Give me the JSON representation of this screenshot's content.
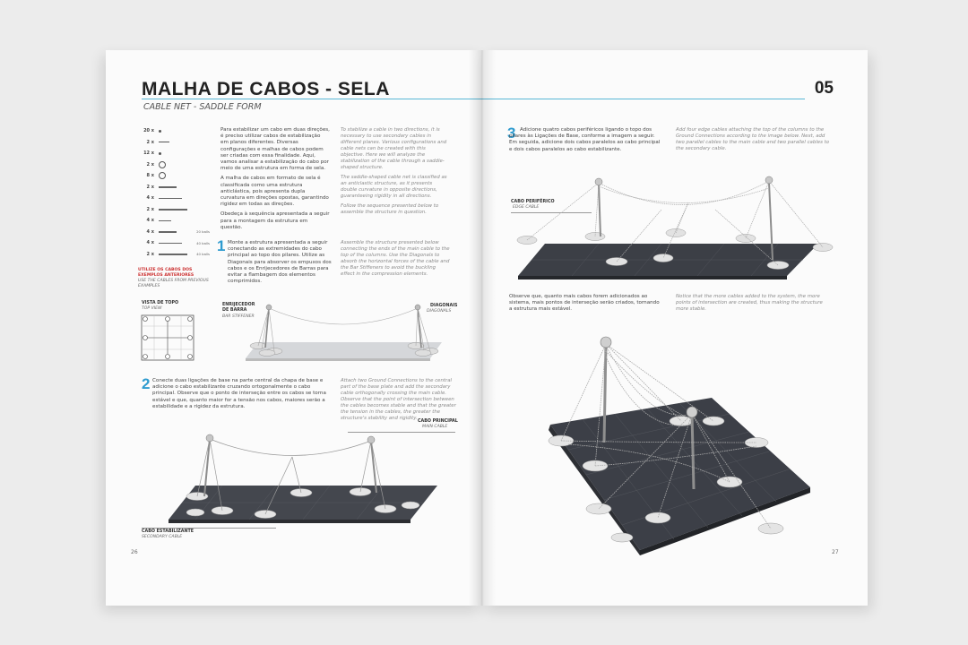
{
  "left_page": {
    "title": "MALHA DE CABOS - SELA",
    "subtitle": "CABLE NET - SADDLE FORM",
    "intro_pt": [
      "Para estabilizar um cabo em duas direções, é preciso utilizar cabos de estabilização em planos diferentes. Diversas configurações e malhas de cabos podem ser criadas com essa finalidade. Aqui, vamos analisar a estabilização do cabo por meio de uma estrutura em forma de sela.",
      "A malha de cabos em formato de sela é classificada como uma estrutura anticlástica, pois apresenta dupla curvatura em direções opostas, garantindo rigidez em todas as direções.",
      "Obedeça à sequência apresentada a seguir para a montagem da estrutura em questão."
    ],
    "intro_en": [
      "To stabilize a cable in two directions, it is necessary to use secondary cables in different planes. Various configurations and cable nets can be created with this objective. Here we will analyze the stabilization of the cable through a saddle-shaped structure.",
      "The saddle-shaped cable net is classified as an anticlastic structure, as it presents double curvature in opposite directions, guaranteeing rigidity in all directions.",
      "Follow the sequence presented below to assemble the structure in question."
    ],
    "parts": [
      {
        "qty": "20 x",
        "note": ""
      },
      {
        "qty": "2 x",
        "note": ""
      },
      {
        "qty": "12 x",
        "note": ""
      },
      {
        "qty": "2 x",
        "note": ""
      },
      {
        "qty": "8 x",
        "note": ""
      },
      {
        "qty": "2 x",
        "note": ""
      },
      {
        "qty": "4 x",
        "note": ""
      },
      {
        "qty": "2 x",
        "note": ""
      },
      {
        "qty": "4 x",
        "note": ""
      },
      {
        "qty": "4 x",
        "note": "20 balls"
      },
      {
        "qty": "4 x",
        "note": "40 balls"
      },
      {
        "qty": "2 x",
        "note": "40 balls"
      }
    ],
    "parts_note_pt": "UTILIZE OS CABOS DOS EXEMPLOS ANTERIORES",
    "parts_note_en": "USE THE CABLES FROM PREVIOUS EXAMPLES",
    "step1": {
      "number": "1",
      "text_pt": "Monte a estrutura apresentada a seguir conectando as extremidades do cabo principal ao topo dos pilares. Utilize as Diagonais para absorver os empuxos dos cabos e os Enrijecedores de Barras para evitar a flambagem dos elementos comprimidos.",
      "text_en": "Assemble the structure presented below connecting the ends of the main cable to the top of the columns. Use the Diagonals to absorb the horizontal forces of the cable and the Bar Stiffeners to avoid the buckling effect in the compression elements."
    },
    "top_view_pt": "VISTA DE TOPO",
    "top_view_en": "TOP VIEW",
    "label_bar_pt": "ENRIJECEDOR DE BARRA",
    "label_bar_en": "BAR STIFFENER",
    "label_diag_pt": "DIAGONAIS",
    "label_diag_en": "DIAGONALS",
    "step2": {
      "number": "2",
      "text_pt": "Conecte duas ligações de base na parte central da chapa de base e adicione o cabo estabilizante cruzando ortogonalmente o cabo principal. Observe que o ponto de interseção entre os cabos se torna estável e que, quanto maior for a tensão nos cabos, maiores serão a estabilidade e a rigidez da estrutura.",
      "text_en": "Attach two Ground Connections to the central part of the base plate and add the secondary cable orthogonally crossing the main cable. Observe that the point of intersection between the cables becomes stable and that the greater the tension in the cables, the greater the structure's stability and rigidity."
    },
    "label_main_pt": "CABO PRINCIPAL",
    "label_main_en": "MAIN CABLE",
    "label_sec_pt": "CABO ESTABILIZANTE",
    "label_sec_en": "SECONDARY CABLE",
    "page_number": "26"
  },
  "right_page": {
    "chapter": "05",
    "step3": {
      "number": "3",
      "text_pt": "Adicione quatro cabos periféricos ligando o topo dos pilares às Ligações de Base, conforme a imagem a seguir. Em seguida, adicione dois cabos paralelos ao cabo principal e dois cabos paralelos ao cabo estabilizante.",
      "text_en": "Add four edge cables attaching the top of the columns to the Ground Connections according to the image below. Next, add two parallel cables to the main cable and two parallel cables to the secondary cable."
    },
    "label_edge_pt": "CABO PERIFÉRICO",
    "label_edge_en": "EDGE CABLE",
    "note_pt": "Observe que, quanto mais cabos forem adicionados ao sistema, mais pontos de interseção serão criados, tornando a estrutura mais estável.",
    "note_en": "Notice that the more cables added to the system, the more points of intersection are created, thus making the structure more stable.",
    "page_number": "27"
  },
  "colors": {
    "accent": "#2e9bcf",
    "rule": "#58b7d6",
    "plate": "#3a3d44"
  }
}
